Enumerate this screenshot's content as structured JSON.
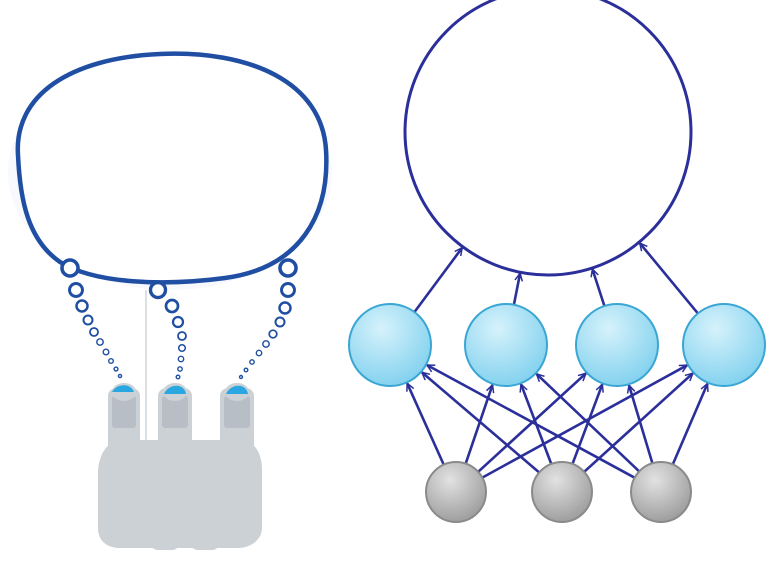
{
  "colors": {
    "background": "#ffffff",
    "outline_blue": "#1f4ea3",
    "network_blue": "#2b2f9a",
    "hidden_fill_light": "#d6f2fb",
    "hidden_fill_dark": "#7fd0ee",
    "hidden_stroke": "#3aa6d3",
    "input_fill_light": "#e2e2e2",
    "input_fill_dark": "#9a9a9a",
    "input_stroke": "#8a8a8a",
    "people_gray": "#ccd1d6",
    "people_head_blue": "#2aa6e0"
  },
  "left_panel": {
    "icon": "thought-bubble-crowd-icon",
    "thought_bubble_count": 1,
    "people_count": 3
  },
  "network": {
    "icon": "neural-network-diagram-icon",
    "layers": [
      {
        "role": "output",
        "nodes": 1
      },
      {
        "role": "hidden",
        "nodes": 4
      },
      {
        "role": "input",
        "nodes": 3
      }
    ],
    "fully_connected": true
  }
}
